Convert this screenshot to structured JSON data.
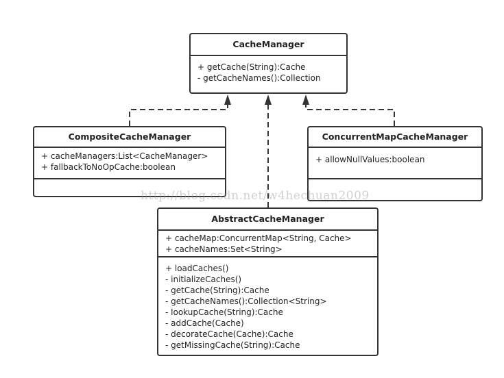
{
  "classes": {
    "cache_manager": {
      "name": "CacheManager",
      "attributes": [],
      "methods": [
        "+ getCache(String):Cache",
        "- getCacheNames():Collection"
      ]
    },
    "composite": {
      "name": "CompositeCacheManager",
      "attributes": [
        "+ cacheManagers:List<CacheManager>",
        "+ fallbackToNoOpCache:boolean"
      ],
      "methods": []
    },
    "concurrent_map": {
      "name": "ConcurrentMapCacheManager",
      "attributes": [
        "+ allowNullValues:boolean"
      ],
      "methods": []
    },
    "abstract": {
      "name": "AbstractCacheManager",
      "attributes": [
        "+ cacheMap:ConcurrentMap<String, Cache>",
        "+ cacheNames:Set<String>"
      ],
      "methods": [
        "+ loadCaches()",
        "- initializeCaches()",
        "- getCache(String):Cache",
        "- getCacheNames():Collection<String>",
        "- lookupCache(String):Cache",
        "- addCache(Cache)",
        "- decorateCache(Cache):Cache",
        "- getMissingCache(String):Cache"
      ]
    }
  },
  "relations": [
    {
      "from": "CompositeCacheManager",
      "to": "CacheManager",
      "type": "realization"
    },
    {
      "from": "AbstractCacheManager",
      "to": "CacheManager",
      "type": "realization"
    },
    {
      "from": "ConcurrentMapCacheManager",
      "to": "CacheManager",
      "type": "realization"
    }
  ],
  "watermark": "http://blog.csdn.net/w4hechuan2009"
}
